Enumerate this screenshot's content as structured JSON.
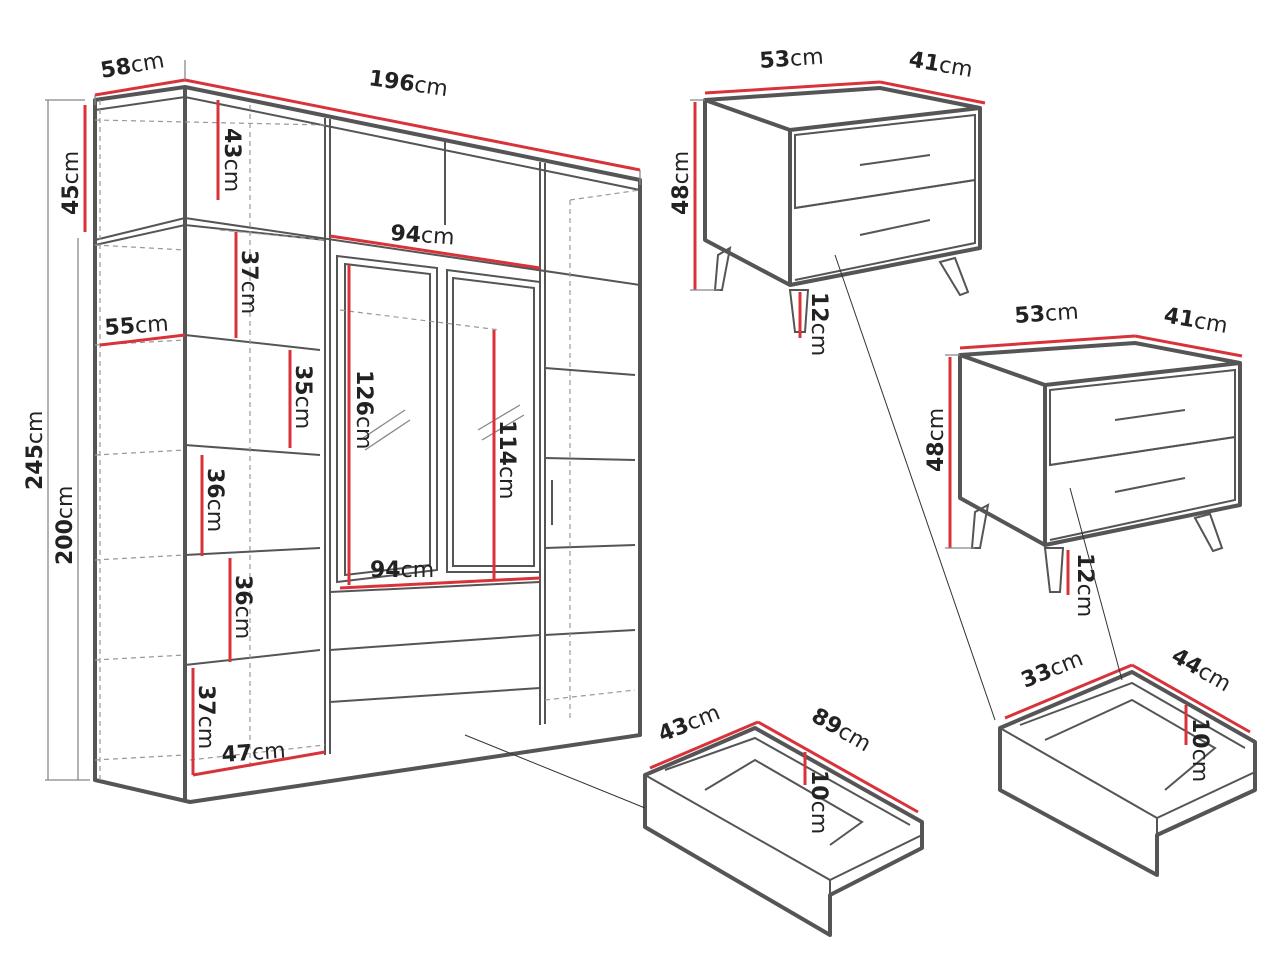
{
  "wardrobe": {
    "depth": "58",
    "width": "196",
    "total_height": "245",
    "body_height": "200",
    "top_height": "45",
    "top_compartment": "43",
    "mirror_width": "94",
    "shelf_width": "55",
    "shelf_1": "37",
    "shelf_2": "35",
    "shelf_3": "36",
    "shelf_4": "36",
    "shelf_5": "37",
    "bottom_width": "47",
    "mirror_left_height": "126",
    "mirror_right_height": "114",
    "drawer_area_width": "94"
  },
  "nightstand_top": {
    "width": "53",
    "depth": "41",
    "height": "48",
    "leg_height": "12"
  },
  "nightstand_bottom": {
    "width": "53",
    "depth": "41",
    "height": "48",
    "leg_height": "12"
  },
  "drawer_left": {
    "depth": "43",
    "width": "89",
    "height": "10"
  },
  "drawer_right": {
    "depth": "33",
    "width": "44",
    "height": "10"
  },
  "unit": "cm",
  "colors": {
    "outline": "#555555",
    "dimension_line": "#d8333a",
    "text": "#222222"
  }
}
